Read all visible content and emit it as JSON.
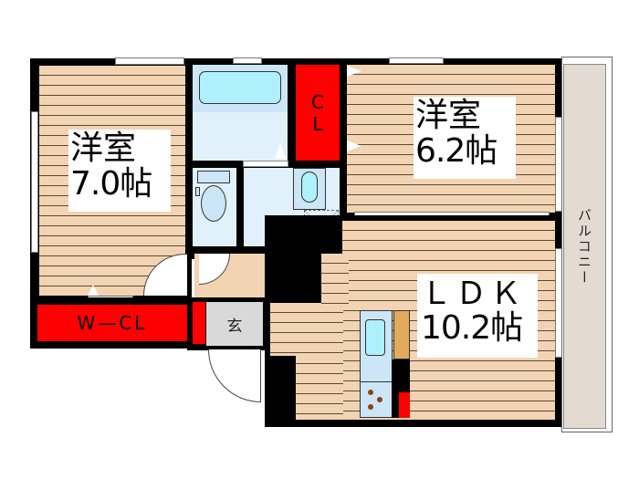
{
  "rooms": {
    "western_room_1": {
      "name": "洋室",
      "size": "7.0帖"
    },
    "western_room_2": {
      "name": "洋室",
      "size": "6.2帖"
    },
    "ldk": {
      "name": "ＬＤＫ",
      "size": "10.2帖"
    },
    "closet": {
      "label": "C\nL",
      "label_c": "C",
      "label_l": "L"
    },
    "walk_in_closet": {
      "label": "W—CL"
    },
    "entrance": {
      "label": "玄"
    },
    "balcony": {
      "label": "バルコニー"
    }
  },
  "colors": {
    "floor": "#f2d4b3",
    "floor_lines": "#5a4a3a",
    "wall": "#000000",
    "closet": "#ff0000",
    "wet_area": "#e1f1fb",
    "bathtub": "#aef0fb",
    "entrance_tile": "#d9d9d9",
    "balcony": "#e2dbd2",
    "counter": "#e2aa5a",
    "stove_burner": "#8b4513"
  }
}
